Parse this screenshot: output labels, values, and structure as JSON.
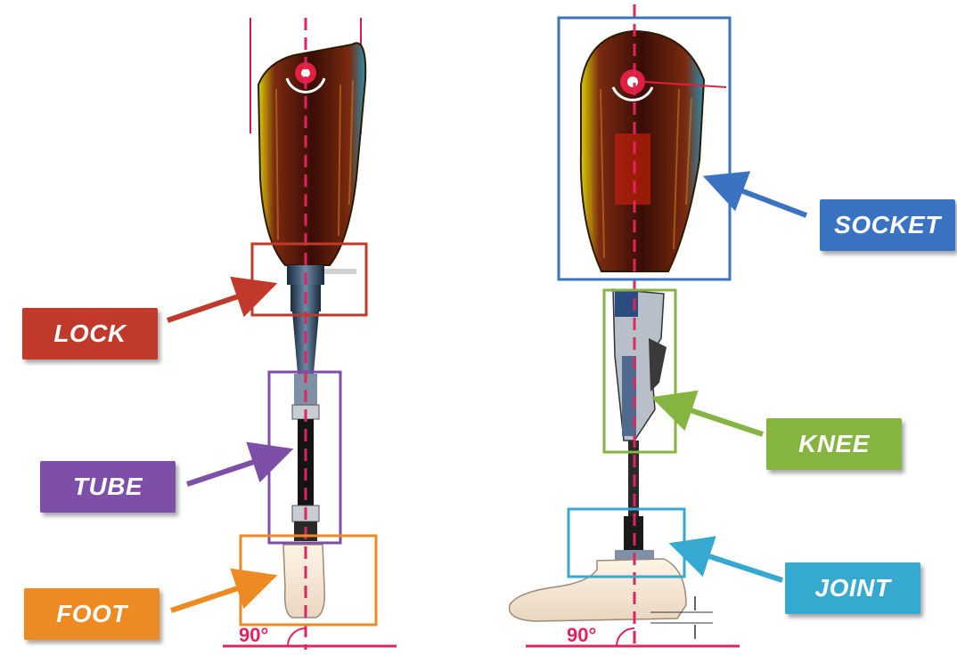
{
  "labels": {
    "lock": "LOCK",
    "tube": "TUBE",
    "foot": "FOOT",
    "socket": "SOCKET",
    "knee": "KNEE",
    "joint": "JOINT"
  },
  "angle_left": "90°",
  "angle_right": "90°",
  "colors": {
    "lock": "#c0392b",
    "tube": "#7d4fa8",
    "foot": "#ee8a22",
    "socket": "#3a73c2",
    "knee": "#86b440",
    "joint": "#35a9cf",
    "alignment_line": "#e0245e"
  }
}
